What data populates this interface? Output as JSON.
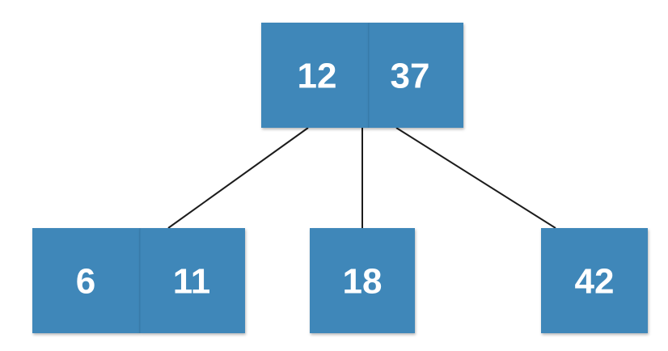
{
  "tree": {
    "root": {
      "keys": [
        "12",
        "37"
      ]
    },
    "children": [
      {
        "keys": [
          "6",
          "11"
        ]
      },
      {
        "keys": [
          "18"
        ]
      },
      {
        "keys": [
          "42"
        ]
      }
    ]
  },
  "colors": {
    "node_fill": "#3f87b9",
    "key_text": "#ffffff",
    "edge": "#1c1c1c",
    "background": "#ffffff"
  }
}
